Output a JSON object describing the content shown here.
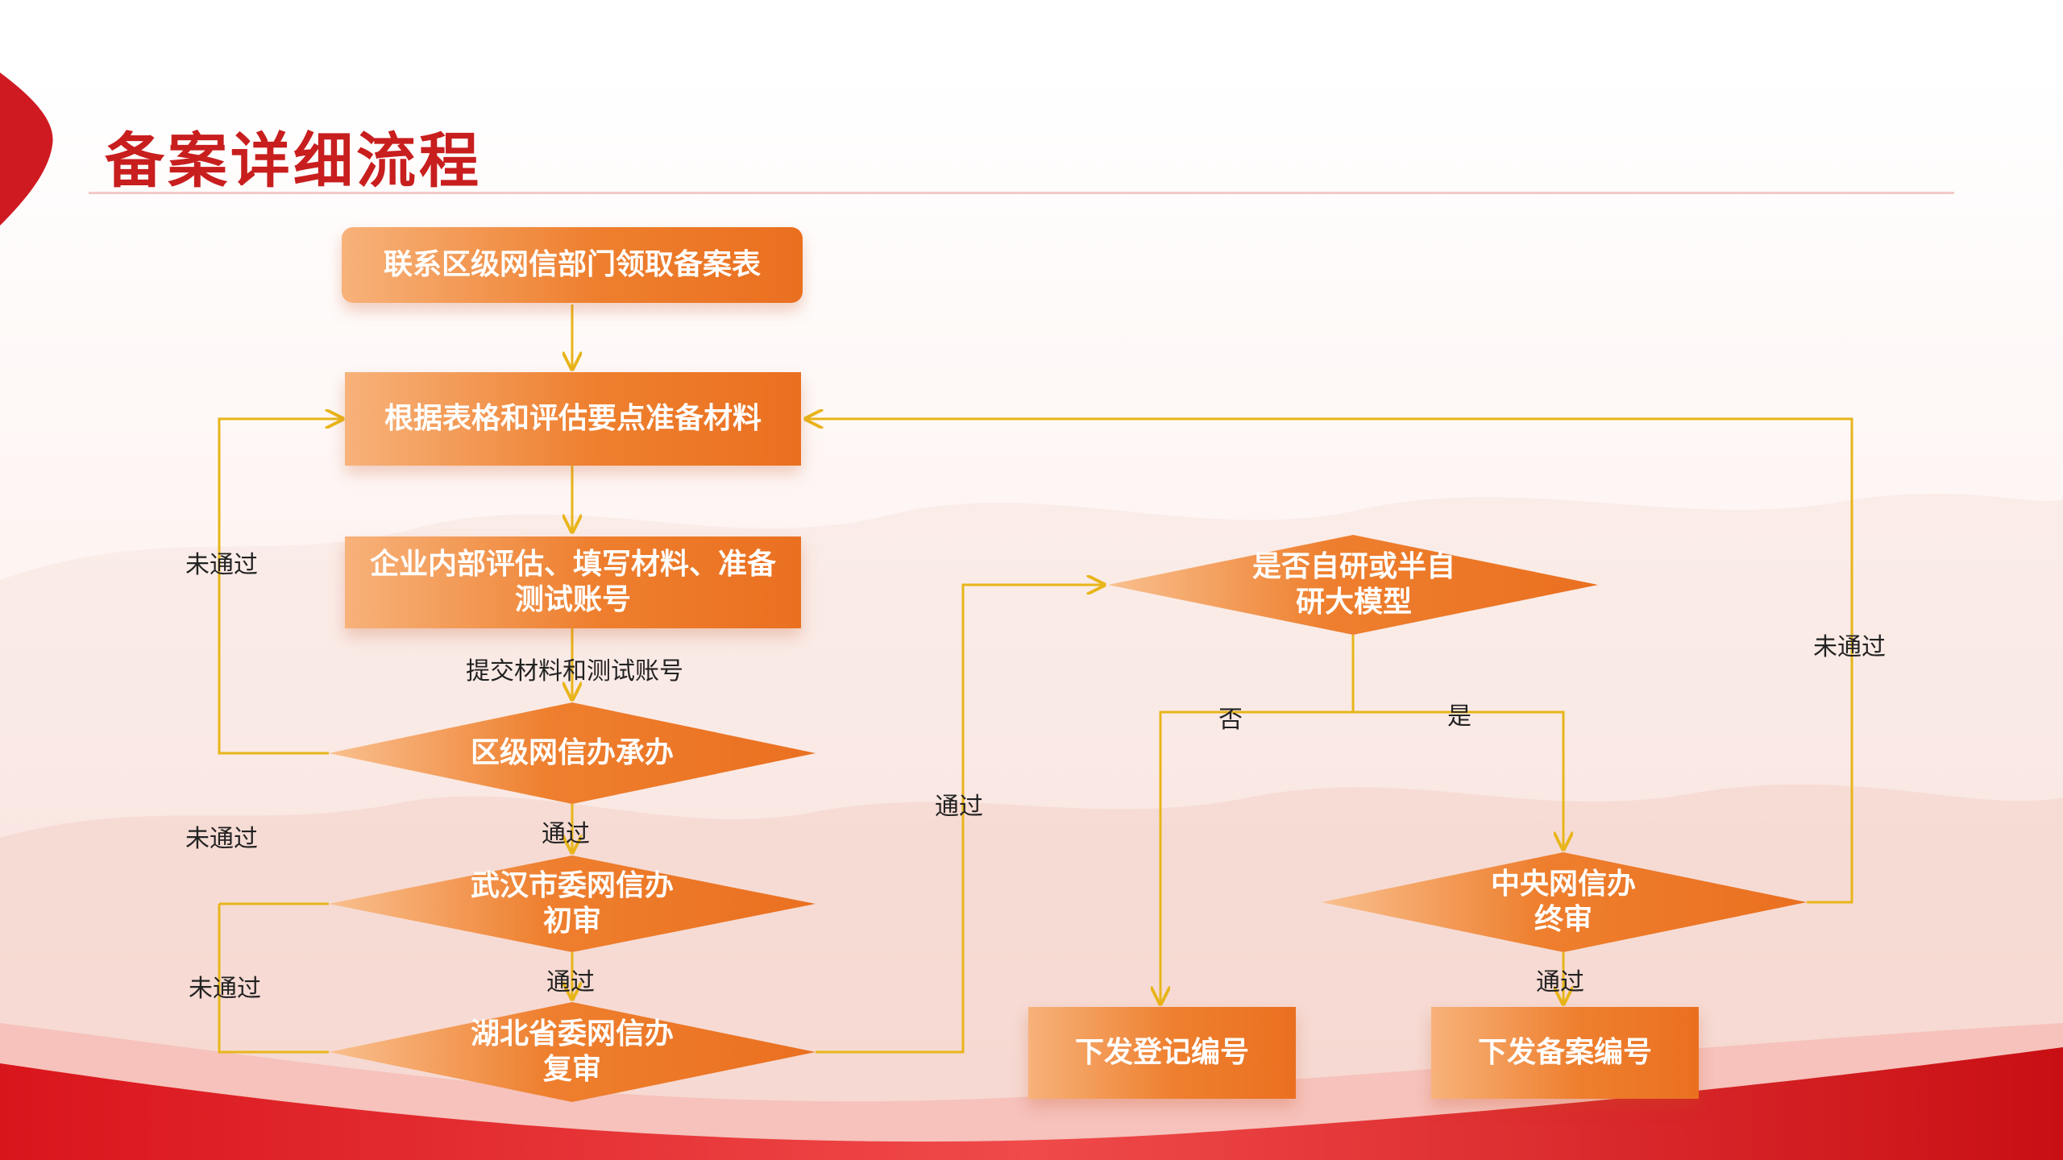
{
  "page": {
    "title": "备案详细流程"
  },
  "colors": {
    "title": "#c81e1e",
    "box_dark": "#ea7020",
    "box_light": "#f7b27a",
    "connector": "#e8b51a"
  },
  "nodes": {
    "contact": "联系区级网信部门领取备案表",
    "prepare": "根据表格和评估要点准备材料",
    "internal_eval": "企业内部评估、填写材料、准备测试账号",
    "district": "区级网信办承办",
    "wuhan": "武汉市委网信办\n初审",
    "hubei": "湖北省委网信办\n复审",
    "self_dev": "是否自研或半自\n研大模型",
    "central": "中央网信办\n终审",
    "registration": "下发登记编号",
    "filing": "下发备案编号"
  },
  "edge_labels": {
    "submit": "提交材料和测试账号",
    "pass_district": "通过",
    "pass_wuhan": "通过",
    "pass_hubei": "通过",
    "pass_central": "通过",
    "fail_district": "未通过",
    "fail_wuhan": "未通过",
    "fail_hubei": "未通过",
    "fail_central": "未通过",
    "no": "否",
    "yes": "是"
  }
}
